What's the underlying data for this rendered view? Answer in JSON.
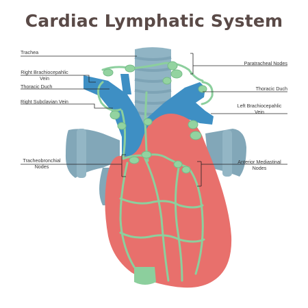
{
  "title": "Cardiac Lymphatic System",
  "labels": {
    "trachea": "Trachea",
    "right_brachiocephalic_vein": "Right Brachiocepahlic Vein",
    "thoracic_duch_left": "Thoracic Duch",
    "right_subclavian_vein": "Right Subclavian Vein",
    "tracheobronchial_nodes": "Tracheobronchial Nodes",
    "paratracheal_nodes": "Paratracheal Nodes",
    "thoracic_duch_right": "Thoracic Duch",
    "left_brachiocephalic_vein": "Left Brachiocepahlic Vein",
    "anterior_mediastinal_nodes": "Anterior Mediastinal Nodes"
  },
  "colors": {
    "title": "#5a4a47",
    "heart": "#e8706c",
    "vein": "#3e8fc4",
    "lung_bronchi": "#82a7b8",
    "trachea": "#90b4c4",
    "lymph": "#8ccf9d",
    "node": "#93d3a0",
    "leader_line": "#222222"
  }
}
